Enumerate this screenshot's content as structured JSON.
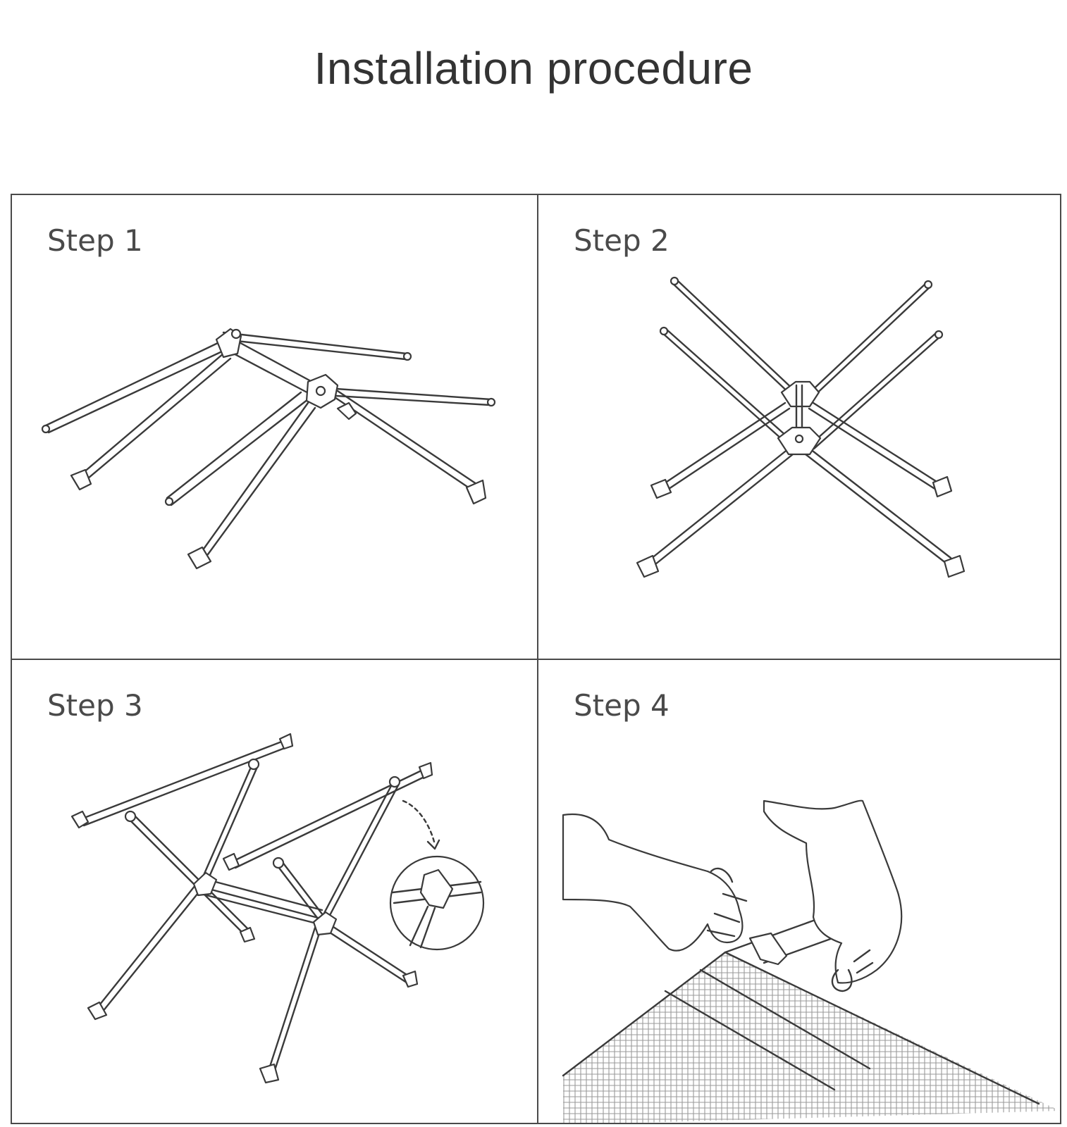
{
  "title": "Installation procedure",
  "steps": [
    {
      "label": "Step 1"
    },
    {
      "label": "Step 2"
    },
    {
      "label": "Step 3"
    },
    {
      "label": "Step 4"
    }
  ]
}
